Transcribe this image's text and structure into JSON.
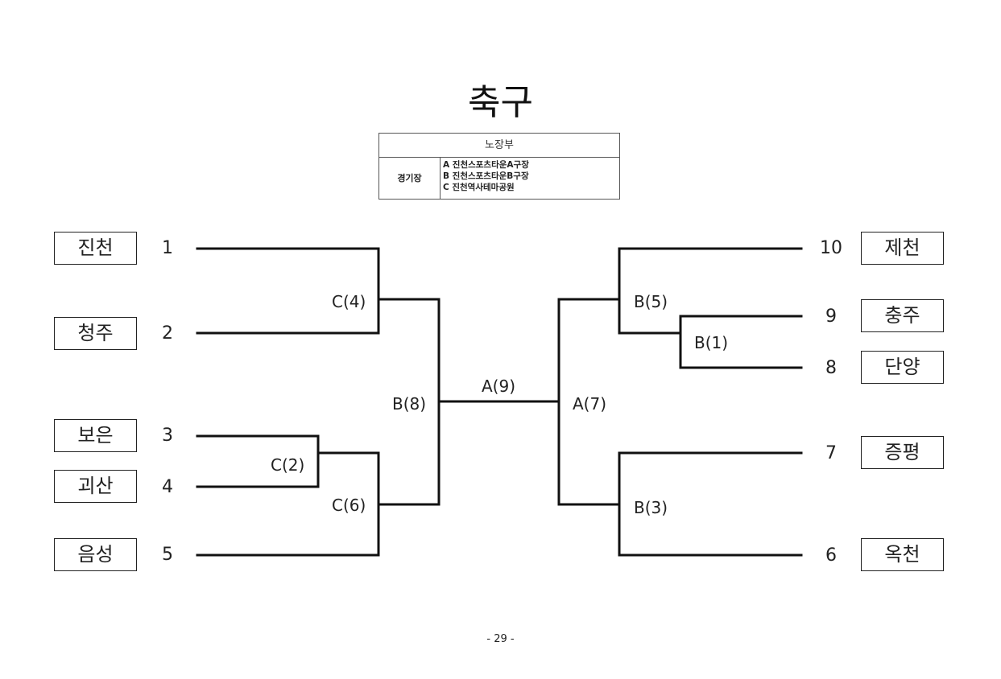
{
  "title": "축구",
  "venue_table": {
    "header": "노장부",
    "label": "경기장",
    "venues": [
      "A 진천스포츠타운A구장",
      "B 진천스포츠타운B구장",
      "C 진천역사테마공원"
    ]
  },
  "teams": [
    {
      "seed": "1",
      "name": "진천"
    },
    {
      "seed": "2",
      "name": "청주"
    },
    {
      "seed": "3",
      "name": "보은"
    },
    {
      "seed": "4",
      "name": "괴산"
    },
    {
      "seed": "5",
      "name": "음성"
    },
    {
      "seed": "6",
      "name": "옥천"
    },
    {
      "seed": "7",
      "name": "증평"
    },
    {
      "seed": "8",
      "name": "단양"
    },
    {
      "seed": "9",
      "name": "충주"
    },
    {
      "seed": "10",
      "name": "제천"
    }
  ],
  "matches": {
    "c4": "C(4)",
    "c2": "C(2)",
    "c6": "C(6)",
    "b8": "B(8)",
    "a9": "A(9)",
    "a7": "A(7)",
    "b5": "B(5)",
    "b1": "B(1)",
    "b3": "B(3)"
  },
  "page_number": "- 29 -"
}
